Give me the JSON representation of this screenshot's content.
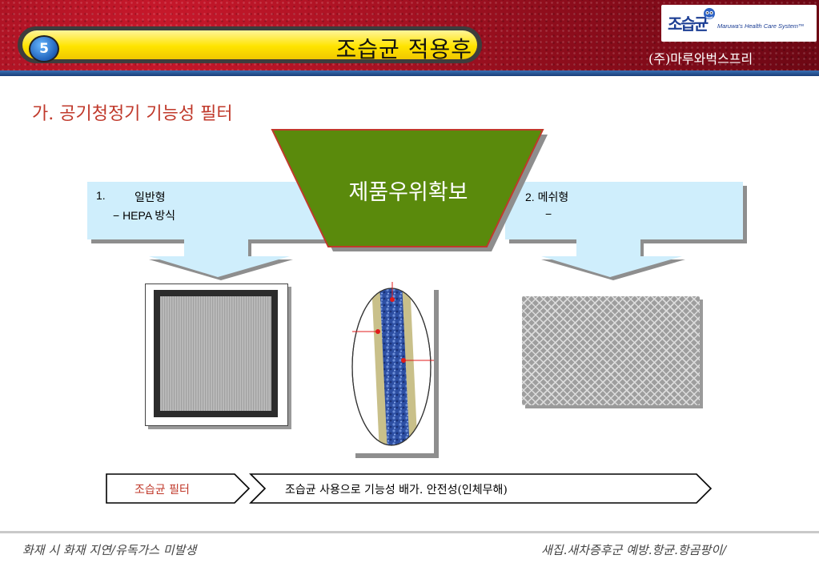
{
  "header": {
    "slide_number": "5",
    "title": "조습균 적용후",
    "company": "(주)마루와벅스프리",
    "logo_mark": "조습균",
    "logo_tagline": "Maruwa's Health Care System™"
  },
  "section_title": "가. 공기청정기 기능성 필터",
  "center_banner": "제품우위확보",
  "left_box": {
    "line1_number": "1.",
    "line1_text": "일반형",
    "line2": "− HEPA 방식"
  },
  "right_box": {
    "line1": "2. 메쉬형",
    "line2": "−"
  },
  "bottom_arrow": {
    "label": "조습균 필터",
    "description": "조습균 사용으로 기능성 배가. 안전성(인체무해)"
  },
  "footer": {
    "left": "화재 시 화재 지연/유독가스 미발생",
    "right": "새집.새차증후군 예방.항균.항곰팡이/"
  },
  "colors": {
    "header_red": "#a3101f",
    "banner_green": "#5a8a0c",
    "light_blue": "#cfeefc",
    "accent_orange": "#c0392b"
  }
}
